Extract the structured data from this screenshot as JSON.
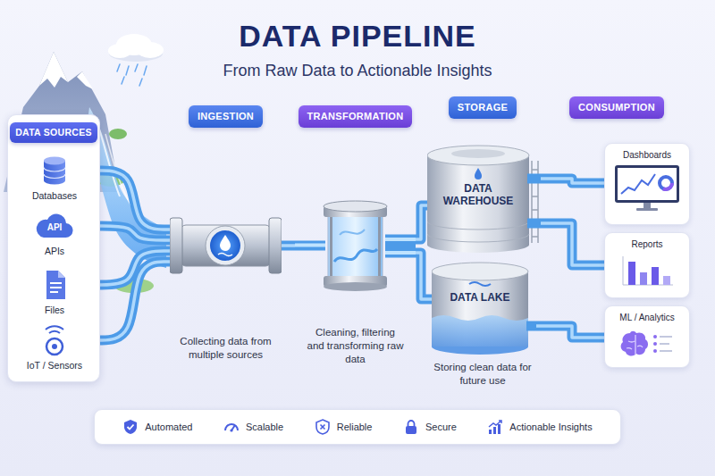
{
  "diagram": {
    "title": "DATA PIPELINE",
    "nodes": [
      {
        "text": [
          "DATA SOURCES"
        ]
      },
      {
        "text": [
          "Databases"
        ],
        "in": 0
      },
      {
        "text": [
          "API",
          "APIs"
        ],
        "in": 0
      },
      {
        "text": [
          "Files"
        ],
        "in": 0
      },
      {
        "text": [
          "IoT / Sensors"
        ],
        "in": 0
      },
      {
        "text": [
          "INGESTION",
          "Collecting data from multiple sources"
        ]
      },
      {
        "text": [
          "TRANSFORMATION",
          "Cleaning, filtering and transforming raw data"
        ]
      },
      {
        "text": [
          "DATA WAREHOUSE"
        ]
      },
      {
        "text": [
          "DATA LAKE"
        ]
      },
      {
        "text": [
          "Dashboards"
        ]
      },
      {
        "text": [
          "Reports"
        ]
      },
      {
        "text": [
          "ML / Analytics"
        ]
      },
      {
        "text": [
          "Automated",
          "Scalable",
          "Reliable",
          "Secure",
          "Actionable Insights"
        ]
      }
    ],
    "edges": [
      {
        "from": 1,
        "to": 5,
        "arrow": "none"
      },
      {
        "from": 2,
        "to": 5,
        "arrow": "none"
      },
      {
        "from": 3,
        "to": 5,
        "arrow": "none"
      },
      {
        "from": 4,
        "to": 5,
        "arrow": "none"
      },
      {
        "from": 5,
        "to": 6,
        "arrow": "none"
      },
      {
        "from": 6,
        "to": 7,
        "arrow": "none"
      },
      {
        "from": 6,
        "to": 8,
        "arrow": "none"
      },
      {
        "from": 7,
        "to": 9,
        "arrow": "none"
      },
      {
        "from": 7,
        "to": 10,
        "arrow": "none"
      },
      {
        "from": 8,
        "to": 11,
        "arrow": "none"
      }
    ],
    "labels": [
      "From Raw Data to Actionable Insights",
      "STORAGE",
      "CONSUMPTION",
      "Storing clean data for future use"
    ]
  }
}
